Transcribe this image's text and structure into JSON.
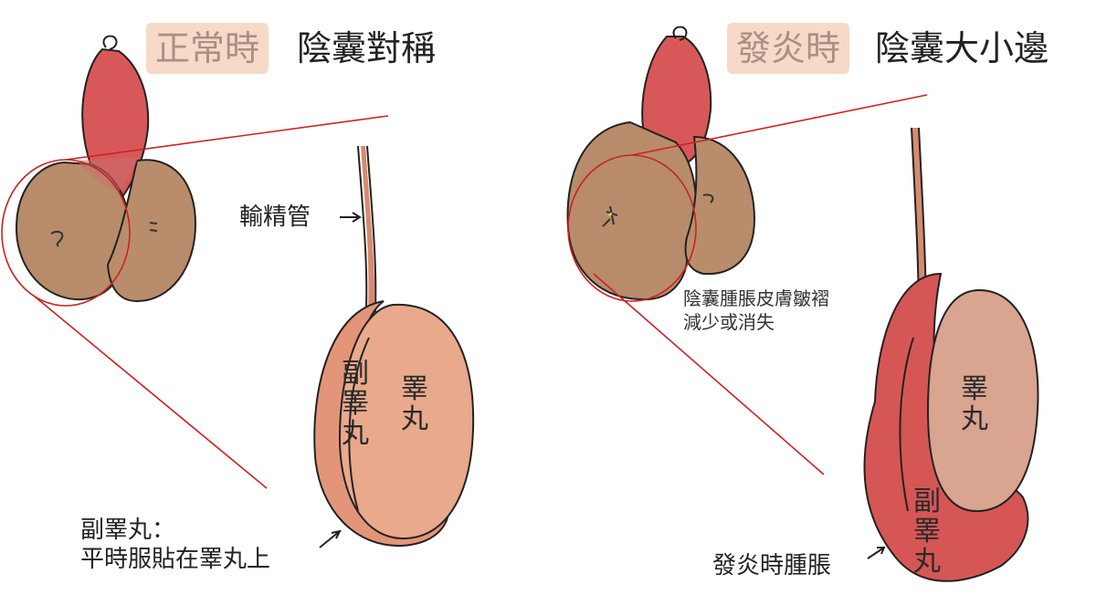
{
  "left_panel": {
    "state_tag": "正常時",
    "heading": "陰囊對稱",
    "label_vas_deferens": "輸精管",
    "label_epididymis": [
      "副",
      "睪",
      "丸"
    ],
    "label_testis": [
      "睪",
      "丸"
    ],
    "caption_line1": "副睪丸：",
    "caption_line2": "平時服貼在睪丸上"
  },
  "right_panel": {
    "state_tag": "發炎時",
    "heading": "陰囊大小邊",
    "note_line1": "陰囊腫脹皮膚皺褶",
    "note_line2": "減少或消失",
    "label_testis": [
      "睪",
      "丸"
    ],
    "label_epididymis": [
      "副",
      "睪",
      "丸"
    ],
    "caption": "發炎時腫脹"
  },
  "colors": {
    "tag_bg": "#f7d9c8",
    "tag_text": "#aa8f84",
    "skin_brown": "#b88c6a",
    "penis_red": "#d8585a",
    "testis_peach": "#e8a98c",
    "inflamed_red": "#d65656",
    "pointer_red": "#cc2222"
  }
}
